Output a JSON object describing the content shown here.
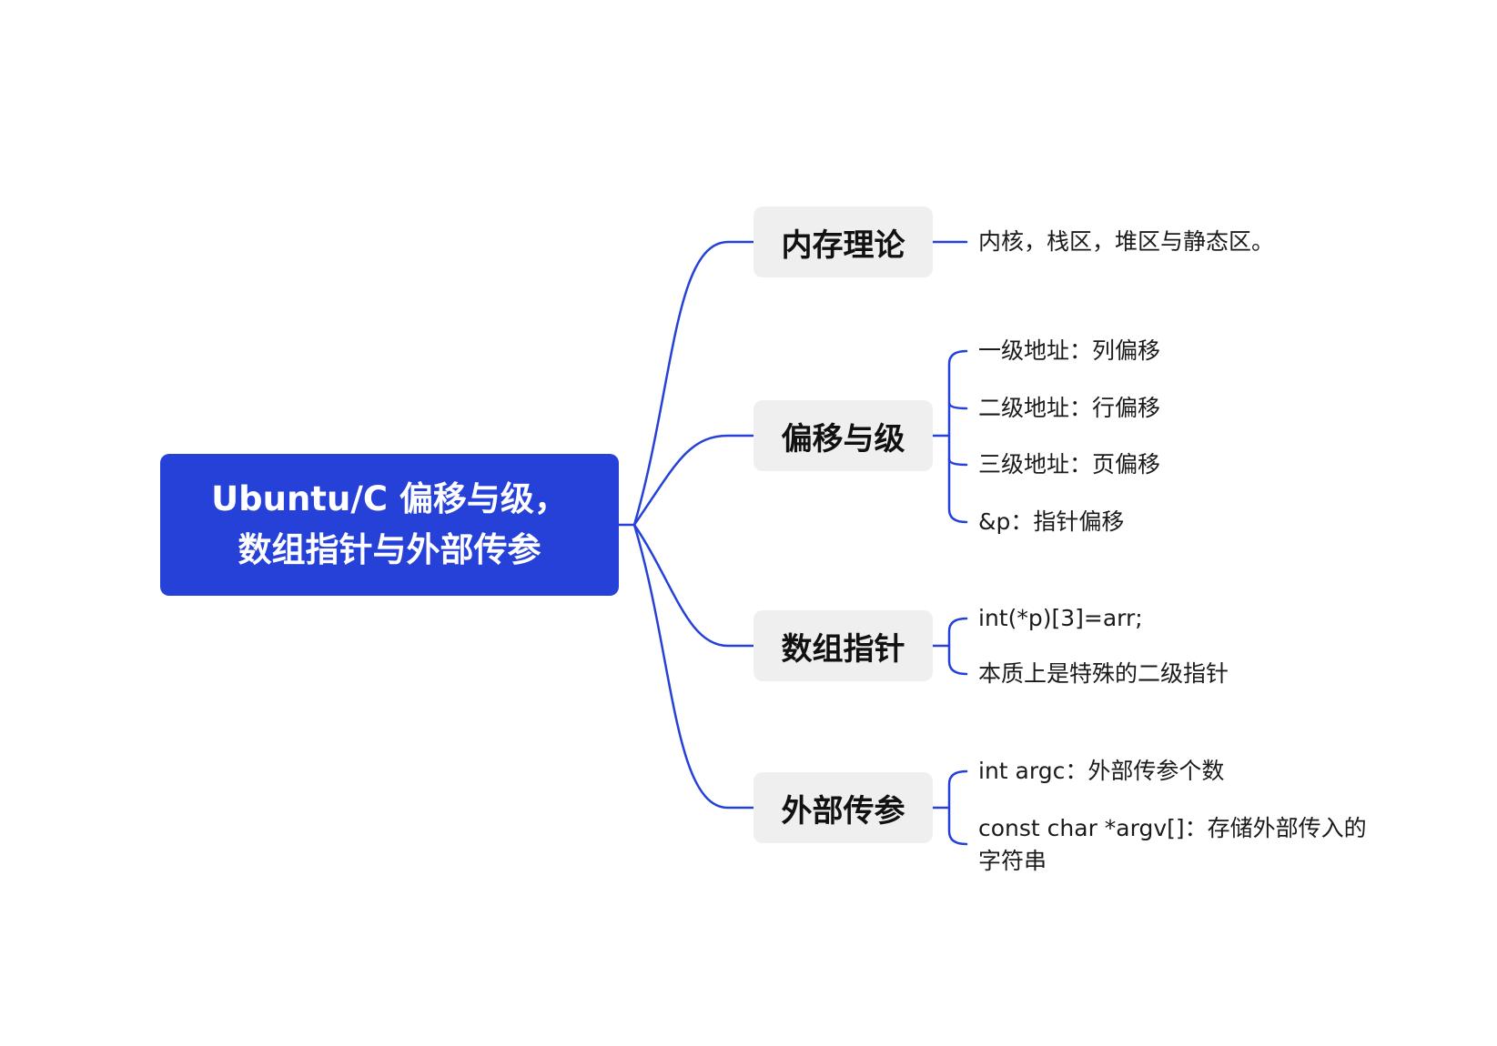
{
  "root": {
    "line1": "Ubuntu/C 偏移与级，",
    "line2": "数组指针与外部传参"
  },
  "branches": [
    {
      "title": "内存理论",
      "items": [
        "内核，栈区，堆区与静态区。"
      ]
    },
    {
      "title": "偏移与级",
      "items": [
        "一级地址：列偏移",
        "二级地址：行偏移",
        "三级地址：页偏移",
        "&p：指针偏移"
      ]
    },
    {
      "title": "数组指针",
      "items": [
        "int(*p)[3]=arr;",
        "本质上是特殊的二级指针"
      ]
    },
    {
      "title": "外部传参",
      "items": [
        "int argc：外部传参个数",
        "const char *argv[]：存储外部传入的",
        "字符串"
      ]
    }
  ],
  "colors": {
    "accent": "#2541d8",
    "branch_bg": "#efefef",
    "line": "#2541d8"
  }
}
